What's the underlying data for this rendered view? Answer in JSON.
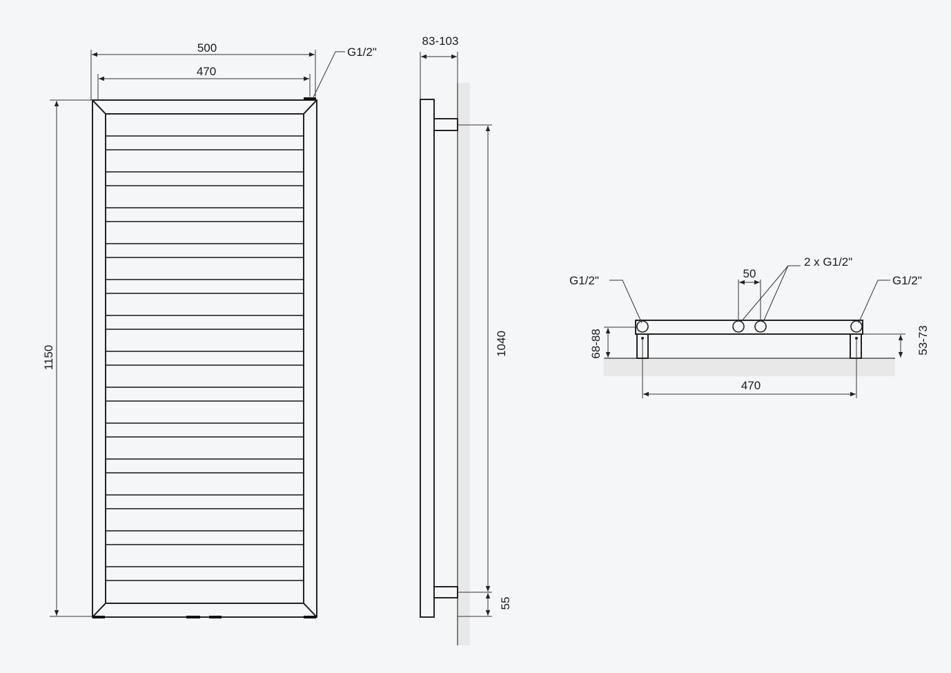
{
  "front_view": {
    "width_outer": "500",
    "width_inner": "470",
    "height": "1150",
    "connection": "G1/2\"",
    "bar_count": 13
  },
  "side_view": {
    "depth": "83-103",
    "connection_spacing": "1040",
    "bottom_offset": "55"
  },
  "top_view": {
    "left_connection": "G1/2\"",
    "right_connection": "G1/2\"",
    "center_connections": "2 x G1/2\"",
    "center_spacing": "50",
    "wall_distance_left": "68-88",
    "wall_distance_right": "53-73",
    "leg_spacing": "470"
  },
  "colors": {
    "background": "#f5f6f8",
    "line": "#222222",
    "wall": "#e8e8e8"
  }
}
